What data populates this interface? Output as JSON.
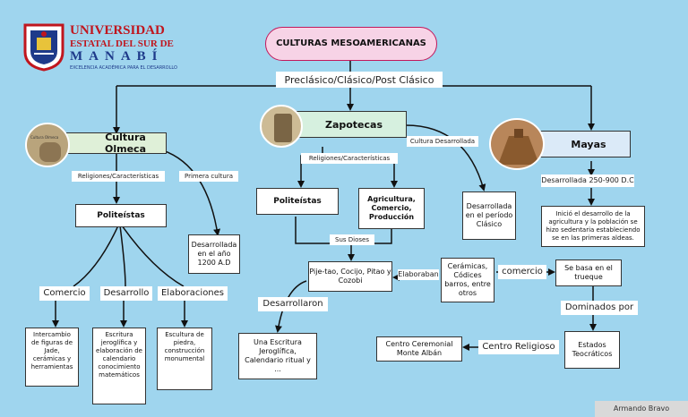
{
  "logo": {
    "line1": "UNIVERSIDAD",
    "line2": "ESTATAL DEL SUR DE",
    "line3": "MANABÍ",
    "tagline": "EXCELENCIA ACADÉMICA PARA EL DESARROLLO"
  },
  "title": "CULTURAS MESOAMERICANAS",
  "periods": "Preclásico/Clásico/Post Clásico",
  "olmeca": {
    "title": "Cultura Olmeca",
    "photo_caption": "Cultura Olmeca",
    "rel_label": "Religiones/Características",
    "first_label": "Primera cultura",
    "politeistas": "Politeístas",
    "desarrollada": "Desarrollada en el año 1200 A.D",
    "comercio": "Comercio",
    "desarrollo": "Desarrollo",
    "elaboraciones": "Elaboraciones",
    "intercambio": "Intercambio de figuras de Jade, cerámicas y herramientas",
    "escritura": "Escritura jeroglífica y elaboración de calendario conocimiento matemáticos",
    "escultura": "Escultura de piedra, construcción monumental"
  },
  "zapotecas": {
    "title": "Zapotecas",
    "rel_label": "Religiones/Características",
    "cultura_desarrollada": "Cultura Desarrollada",
    "politeistas": "Politeístas",
    "agricultura": "Agricultura, Comercio, Producción",
    "desarrollada_clasico": "Desarrollada en el período Clásico",
    "sus_dioses": "Sus Dioses",
    "dioses": "Pije-tao, Cocijo, Pitao y Cozobi",
    "elaboraban": "Elaboraban",
    "ceramicas": "Cerámicas, Códices barros, entre otros",
    "desarrollaron": "Desarrollaron",
    "escritura": "Una Escritura Jeroglífica, Calendario ritual y ..."
  },
  "mayas": {
    "title": "Mayas",
    "desarrollada": "Desarrollada 250-900 D.C",
    "inicio": "Inició el desarrollo de la agricultura y la población se hizo sedentaria estableciendo se en las primeras aldeas.",
    "comercio": "comercio",
    "trueque": "Se basa en el trueque",
    "dominados": "Dominados por",
    "estados": "Estados Teocráticos",
    "centro_religioso": "Centro Religioso",
    "centro_ceremonial": "Centro Ceremonial Monte Albán"
  },
  "author": "Armando Bravo",
  "colors": {
    "background": "#9fd5ee",
    "title_box": "#f7d3e6",
    "title_border": "#c2185b",
    "olmeca_box": "#dff0d8",
    "zapotecas_box": "#d6f0df",
    "mayas_box": "#dbeaf8",
    "logo_red": "#c0161e",
    "logo_blue": "#1e3a8a"
  },
  "icons": {
    "logo": "university-seal-icon",
    "olmeca_photo": "olmec-head-photo",
    "zapotecas_photo": "zapotec-urn-photo",
    "mayas_photo": "mayan-pyramid-photo"
  }
}
